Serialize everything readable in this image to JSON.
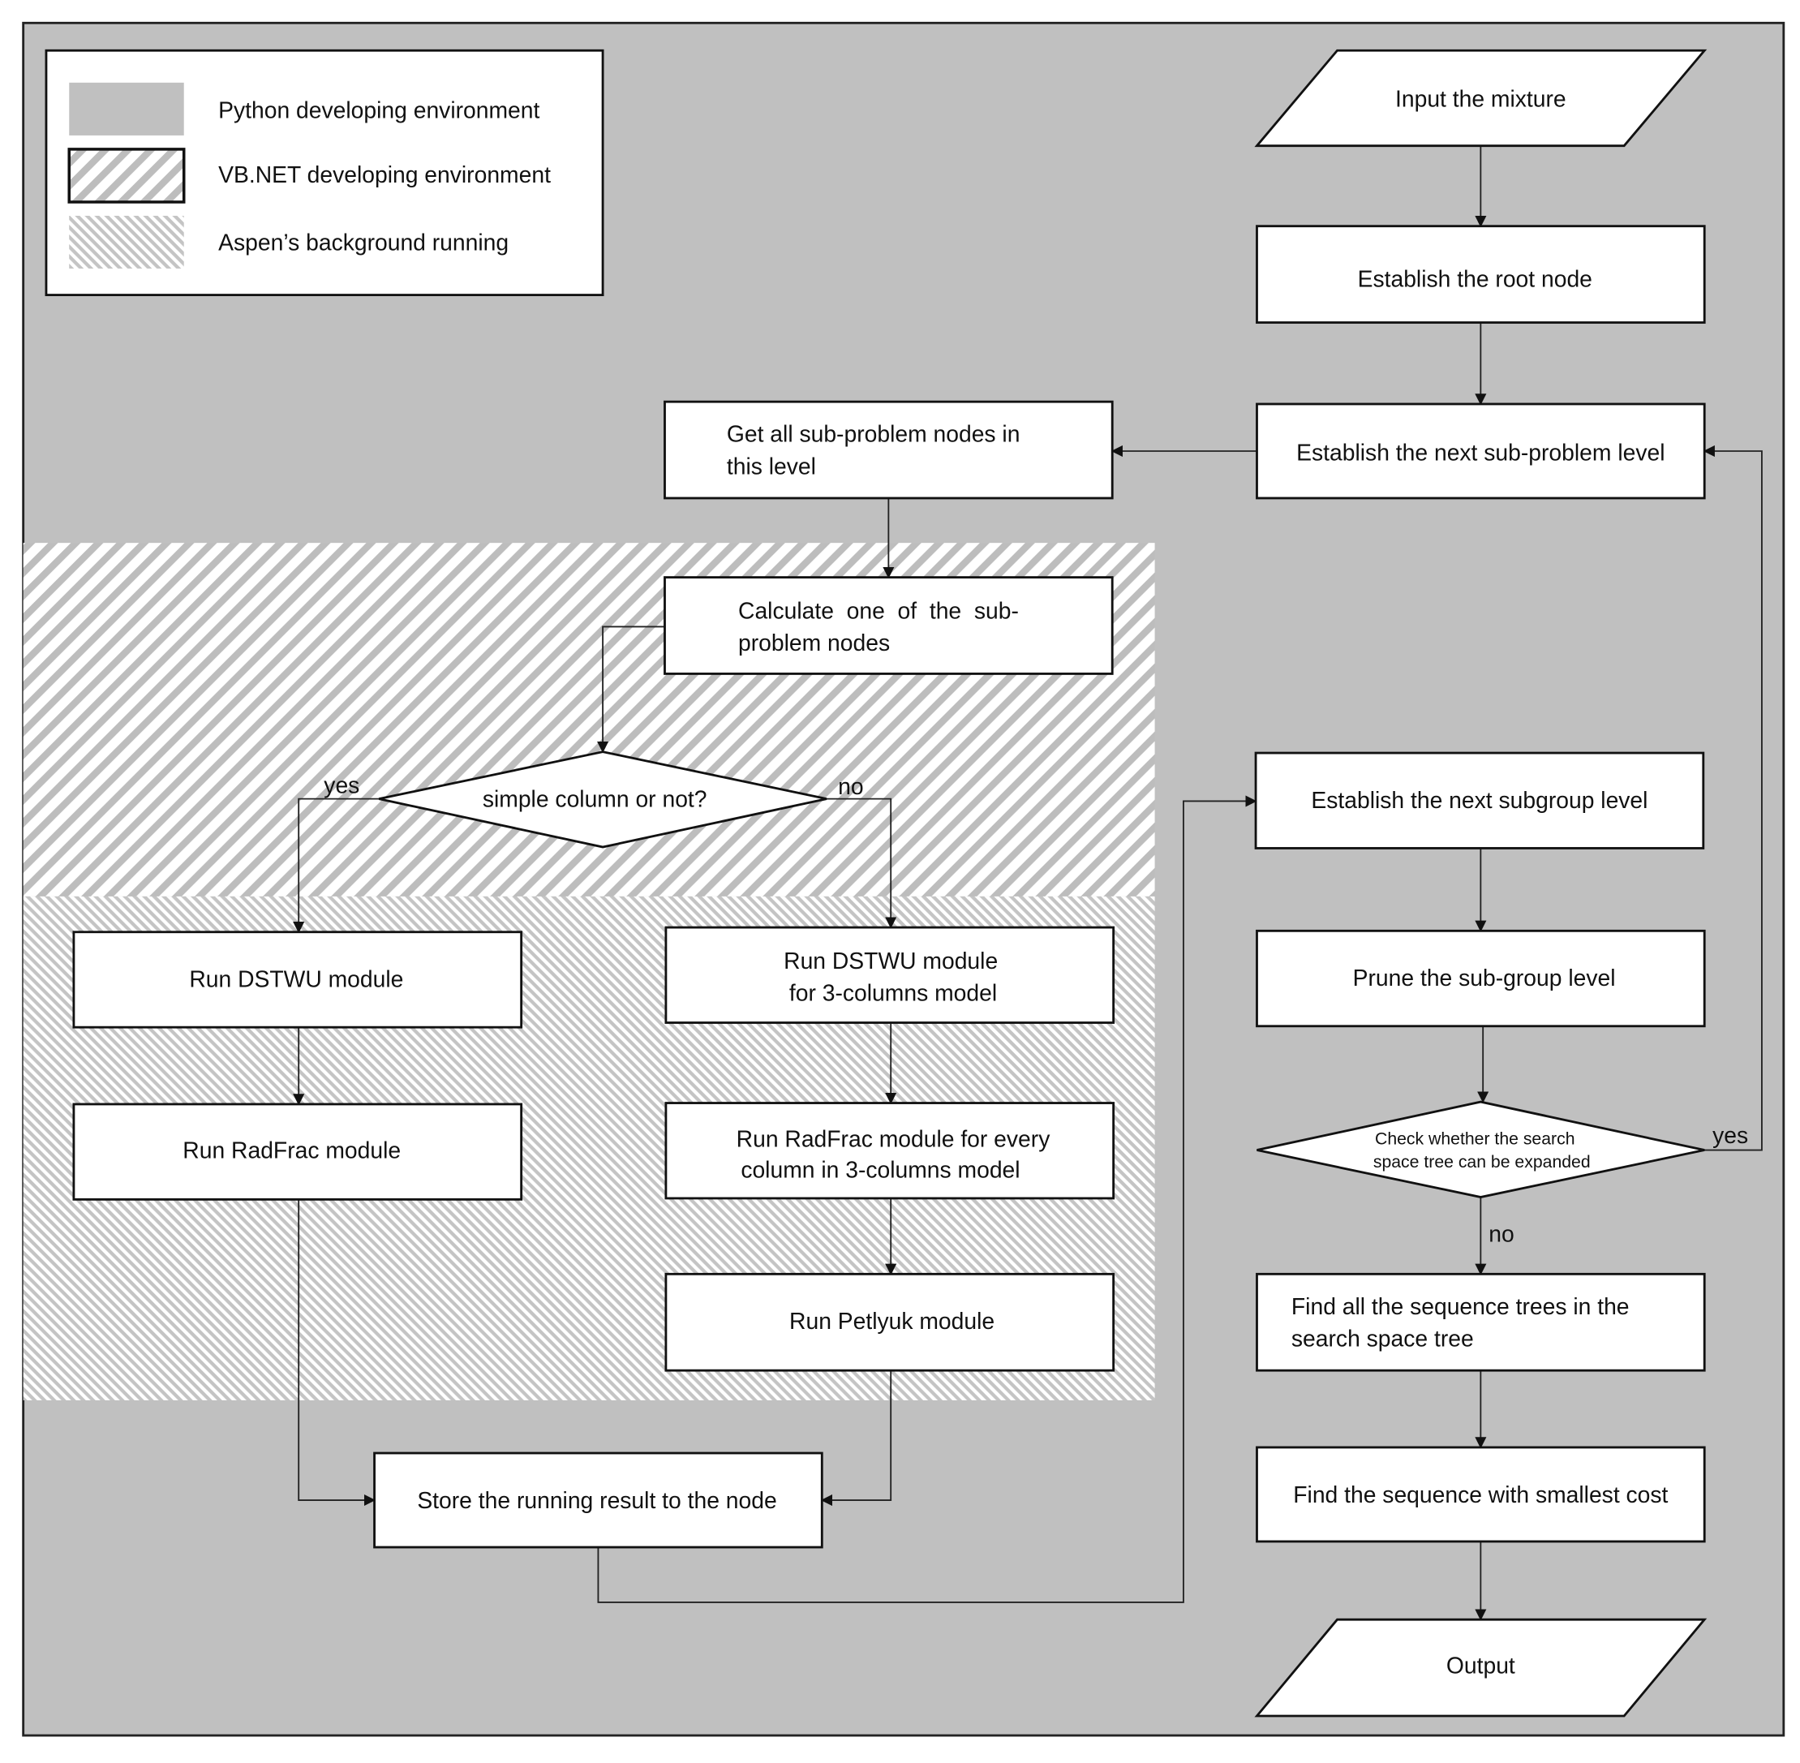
{
  "colors": {
    "python_bg": "#c0c0c0",
    "box_fill": "#ffffff",
    "line": "#111111",
    "hatch": "#bdbdbd"
  },
  "legend": {
    "items": [
      {
        "label": "Python developing environment",
        "swatch": "solid-gray"
      },
      {
        "label": "VB.NET developing environment",
        "swatch": "wide-diagonal-hatch"
      },
      {
        "label": "Aspen’s background running",
        "swatch": "fine-diagonal-hatch"
      }
    ]
  },
  "nodes": {
    "input": "Input the mixture",
    "root": "Establish the root node",
    "next_subproblem_level": "Establish the next sub-problem level",
    "get_nodes": [
      "Get all sub-problem nodes in",
      "this level"
    ],
    "calculate": [
      "Calculate  one  of  the  sub-",
      "problem nodes"
    ],
    "simple_column": "simple column or not?",
    "run_dstwu": "Run DSTWU module",
    "run_dstwu_3col": [
      "Run DSTWU module",
      "for 3-columns model"
    ],
    "run_radfrac": "Run RadFrac module",
    "run_radfrac_every": [
      "Run RadFrac module for every",
      "column in 3-columns model"
    ],
    "run_petlyuk": "Run Petlyuk module",
    "store_result": "Store the running result to the node",
    "next_subgroup": "Establish the next subgroup level",
    "prune": "Prune the sub-group level",
    "check_expand": [
      "Check whether the search",
      "space tree can be expanded"
    ],
    "find_trees": [
      "Find all the sequence trees in the",
      "search space tree"
    ],
    "smallest_cost": "Find the sequence with smallest cost",
    "output": "Output"
  },
  "edge_labels": {
    "simple_yes": "yes",
    "simple_no": "no",
    "check_yes": "yes",
    "check_no": "no"
  }
}
